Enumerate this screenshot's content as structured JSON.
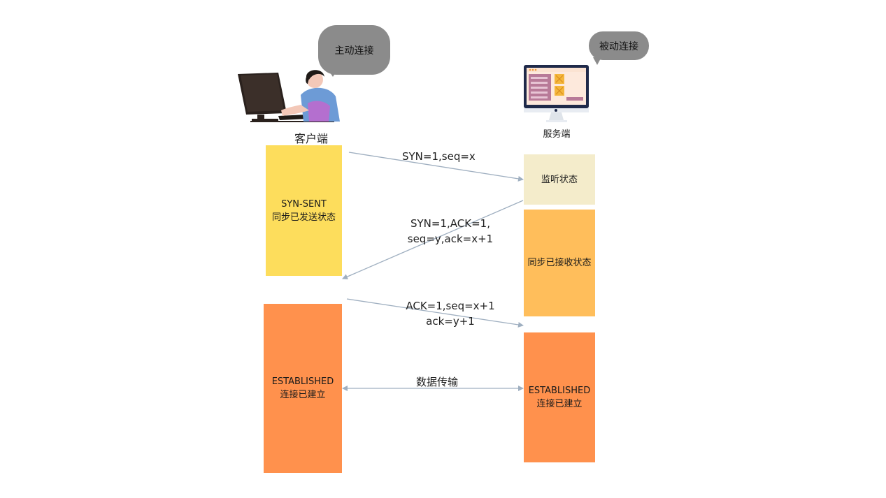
{
  "client": {
    "bubble": "主动连接",
    "label": "客户端",
    "states": {
      "syn_sent": {
        "line1": "SYN-SENT",
        "line2": "同步已发送状态"
      },
      "established": {
        "line1": "ESTABLISHED",
        "line2": "连接已建立"
      }
    }
  },
  "server": {
    "bubble": "被动连接",
    "label": "服务端",
    "states": {
      "listen": {
        "line1": "监听状态"
      },
      "syn_received": {
        "line1": "同步已接收状态"
      },
      "established": {
        "line1": "ESTABLISHED",
        "line2": "连接已建立"
      }
    }
  },
  "messages": {
    "syn": {
      "line1": "SYN=1,seq=x"
    },
    "syn_ack": {
      "line1": "SYN=1,ACK=1,",
      "line2": "seq=y,ack=x+1"
    },
    "ack": {
      "line1": "ACK=1,seq=x+1",
      "line2": "ack=y+1"
    },
    "data": {
      "line1": "数据传输"
    }
  },
  "colors": {
    "syn_sent": "#FDDD5C",
    "listen": "#F4ECCB",
    "syn_received": "#FFBE5B",
    "established": "#FF914D",
    "bubble": "#8B8B8B",
    "arrow": "#9FAFC0"
  }
}
